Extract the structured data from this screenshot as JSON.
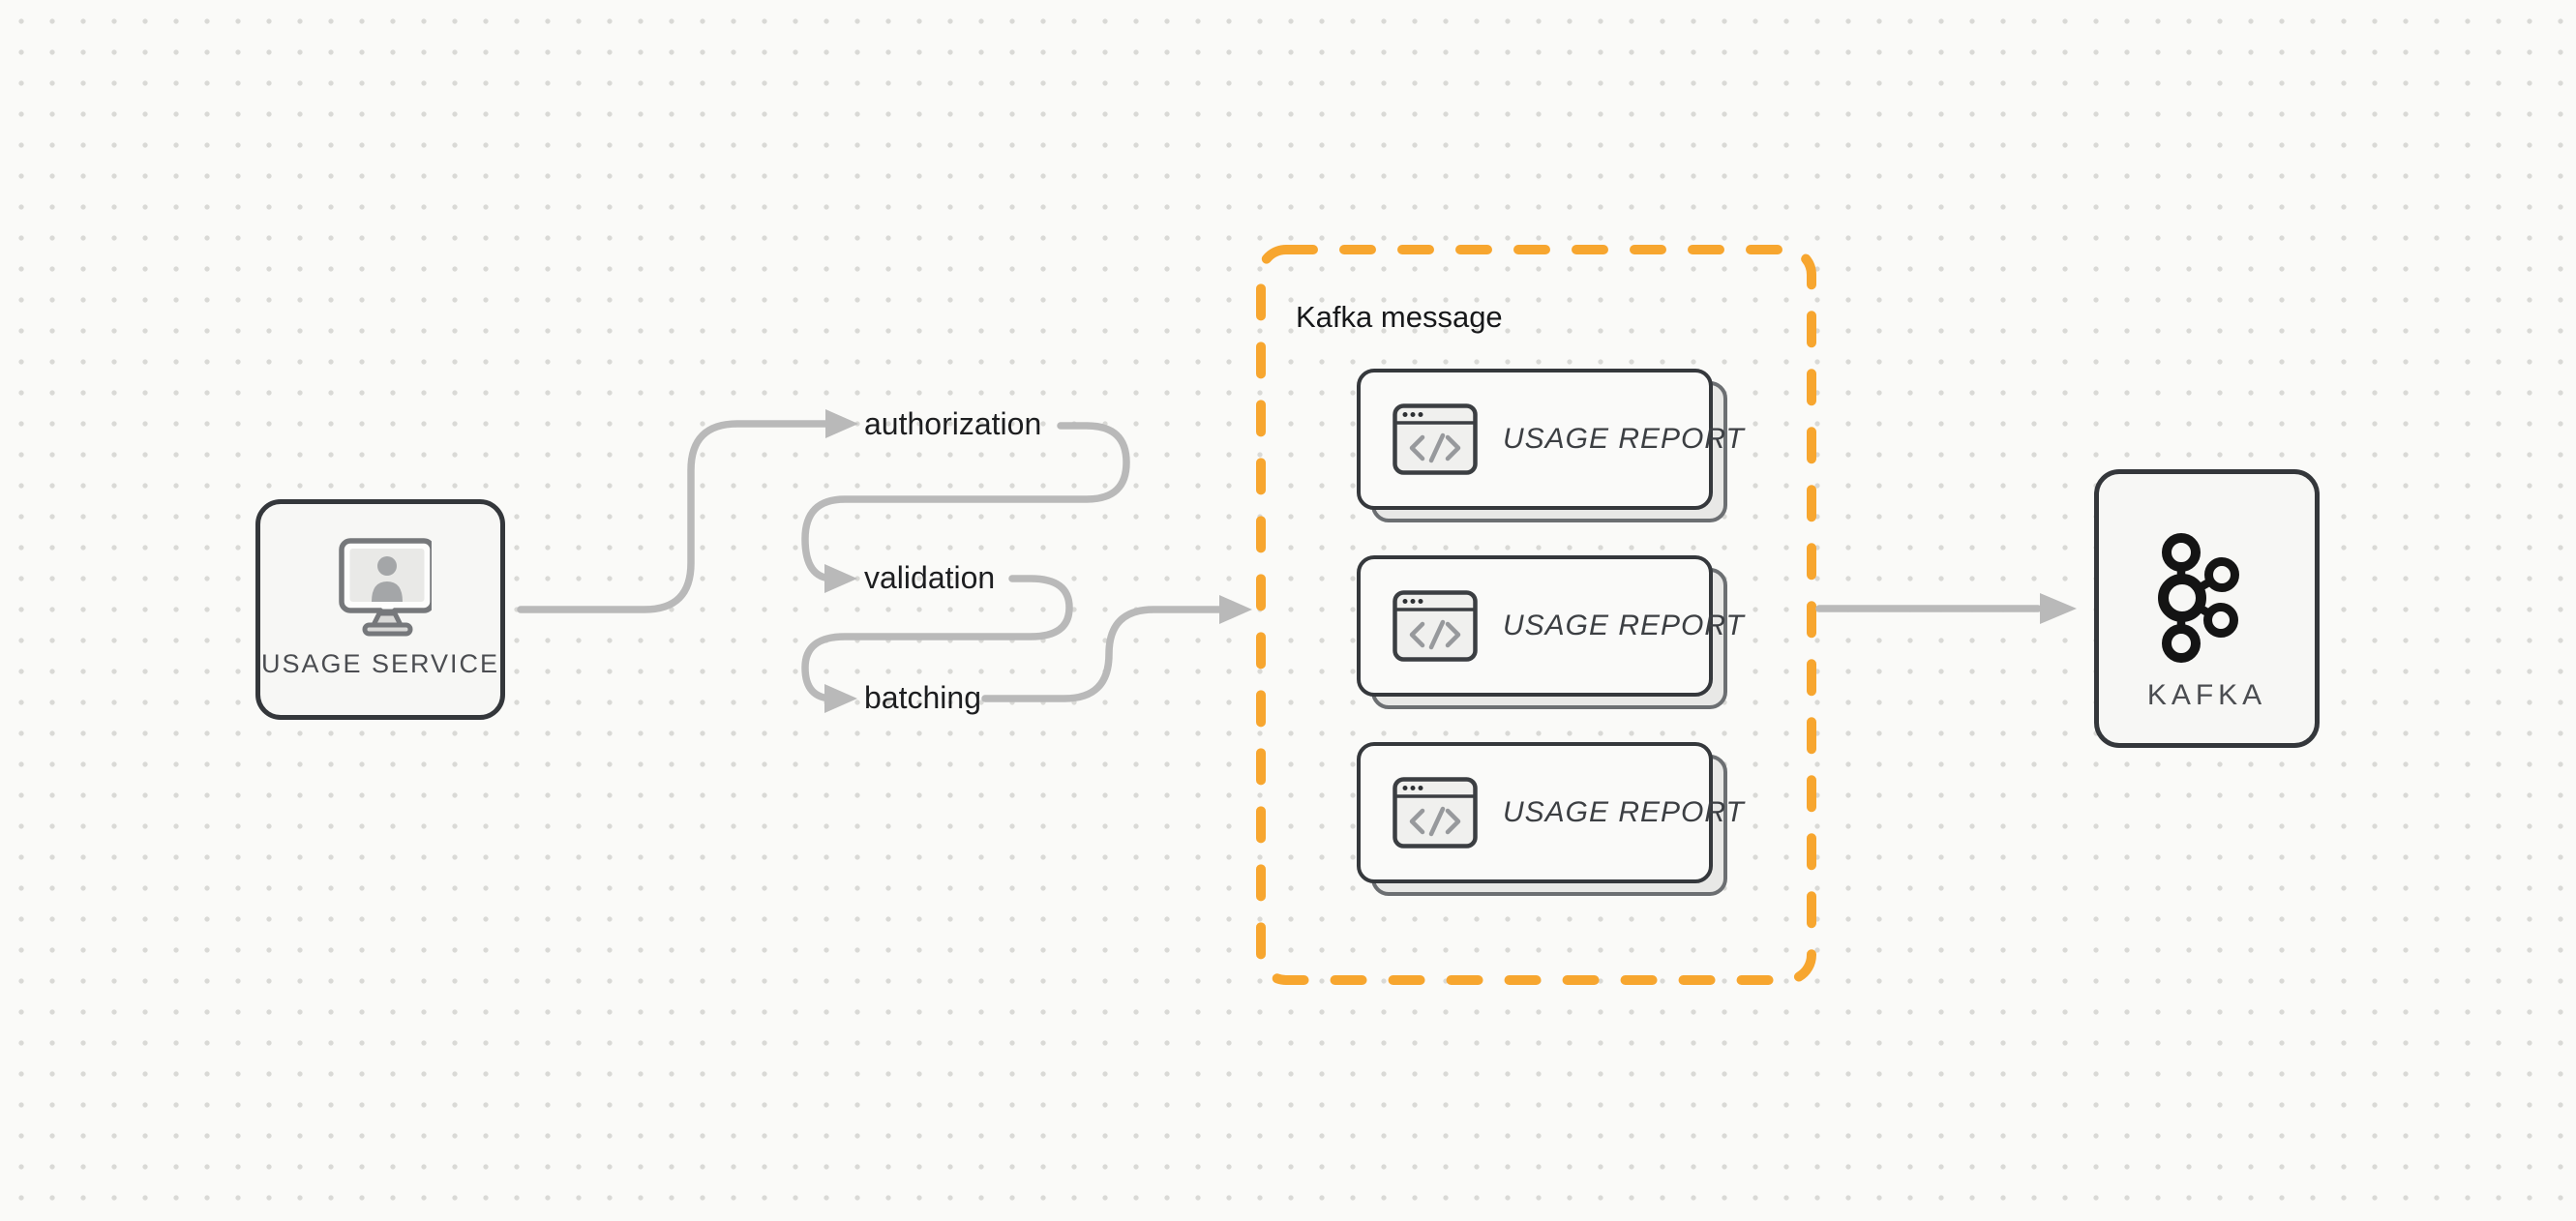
{
  "diagram": {
    "background_color": "#fafaf8",
    "dot_grid_color": "#d9d9d6",
    "connector_color": "#b9b9b9",
    "node_border_color": "#34373b",
    "node_fill_color": "#f7f7f5",
    "group_border_color": "#f7a62f",
    "label_color": "#1d1e20"
  },
  "usage_service": {
    "label": "USAGE SERVICE",
    "icon": "monitor-user-icon"
  },
  "pipeline": {
    "steps": [
      {
        "label": "authorization"
      },
      {
        "label": "validation"
      },
      {
        "label": "batching"
      }
    ]
  },
  "kafka_message": {
    "title": "Kafka message",
    "reports": [
      {
        "label": "USAGE REPORT",
        "icon": "code-window-icon"
      },
      {
        "label": "USAGE REPORT",
        "icon": "code-window-icon"
      },
      {
        "label": "USAGE REPORT",
        "icon": "code-window-icon"
      }
    ]
  },
  "kafka": {
    "label": "KAFKA",
    "icon": "kafka-logo-icon"
  }
}
